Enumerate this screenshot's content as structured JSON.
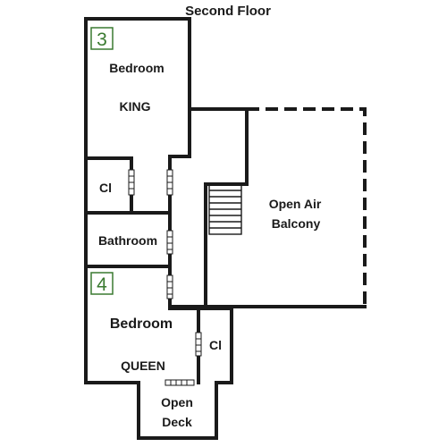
{
  "title": "Second Floor",
  "badges": {
    "bedroom_a": "3",
    "bedroom_b": "4"
  },
  "rooms": {
    "bedroom_a": {
      "name": "Bedroom",
      "bed": "KING"
    },
    "closet_a": "Cl",
    "bathroom": "Bathroom",
    "balcony": {
      "line1": "Open Air",
      "line2": "Balcony"
    },
    "bedroom_b": {
      "name": "Bedroom",
      "bed": "QUEEN"
    },
    "closet_b": "Cl",
    "deck": {
      "line1": "Open",
      "line2": "Deck"
    }
  },
  "colors": {
    "wall": "#1a1a1a",
    "badge": "#3a7a30",
    "background": "#ffffff"
  }
}
